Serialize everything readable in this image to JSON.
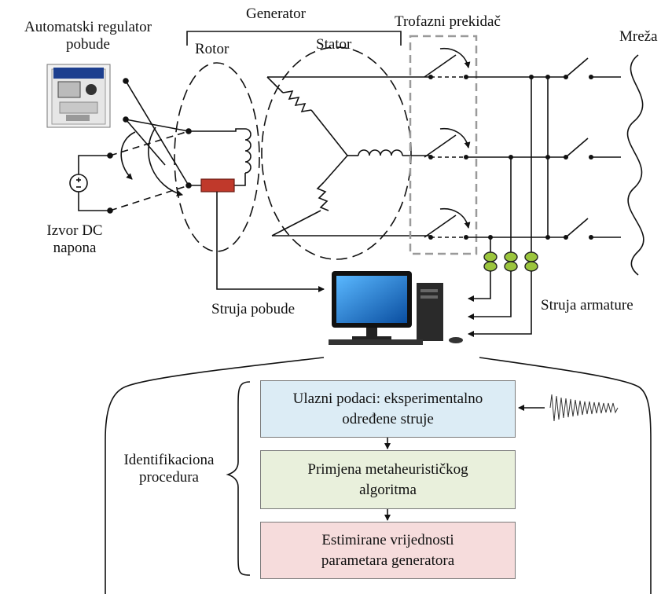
{
  "labels": {
    "avr_line1": "Automatski regulator",
    "avr_line2": "pobude",
    "generator": "Generator",
    "rotor": "Rotor",
    "stator": "Stator",
    "breaker": "Trofazni prekidač",
    "grid": "Mreža",
    "dc_line1": "Izvor DC",
    "dc_line2": "napona",
    "field_current": "Struja pobude",
    "armature_current": "Struja armature",
    "procedure_line1": "Identifikaciona",
    "procedure_line2": "procedura"
  },
  "steps": [
    {
      "line1": "Ulazni podaci: eksperimentalno",
      "line2": "određene struje",
      "color": "#dcecf5"
    },
    {
      "line1": "Primjena metaheurističkog",
      "line2": "algoritma",
      "color": "#e9f0dc"
    },
    {
      "line1": "Estimirane vrijednosti",
      "line2": "parametara generatora",
      "color": "#f6dcdc"
    }
  ],
  "colors": {
    "slip_ring": "#c0392b",
    "current_transformer": "#9bc53d",
    "breaker_frame": "#9a9a9a",
    "monitor_screen": "#1f7fd0"
  }
}
